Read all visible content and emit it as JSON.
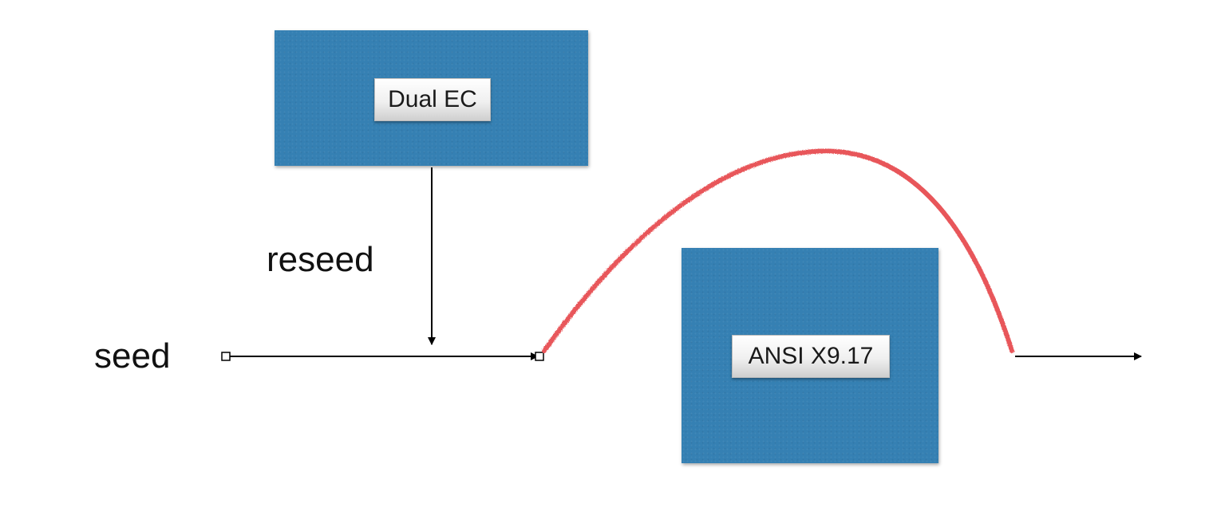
{
  "nodes": {
    "dual_ec": {
      "label": "Dual EC"
    },
    "ansi": {
      "label": "ANSI X9.17"
    }
  },
  "labels": {
    "seed": "seed",
    "reseed": "reseed"
  },
  "colors": {
    "box_fill": "#3580b3",
    "bypass_curve": "#e8575a",
    "arrow": "#000000"
  }
}
